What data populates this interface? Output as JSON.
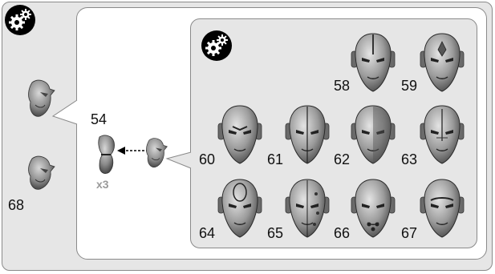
{
  "assembly": {
    "step_number": "54",
    "quantity": "x3",
    "alternate_part": "68"
  },
  "head_options": [
    {
      "id": "58",
      "style": "crested"
    },
    {
      "id": "59",
      "style": "gem"
    },
    {
      "id": "60",
      "style": "headphones-frown"
    },
    {
      "id": "61",
      "style": "split"
    },
    {
      "id": "62",
      "style": "half-shade"
    },
    {
      "id": "63",
      "style": "marked"
    },
    {
      "id": "64",
      "style": "oval-crest"
    },
    {
      "id": "65",
      "style": "studded"
    },
    {
      "id": "66",
      "style": "skull"
    },
    {
      "id": "67",
      "style": "visor"
    }
  ],
  "icons": {
    "top_left": "gears-icon",
    "inner": "gears-icon"
  },
  "colors": {
    "panel_gray": "#e6e6e6",
    "border": "#8a8a8a",
    "head_shade": "#9a9a9a",
    "qty_gray": "#9a9a9a"
  }
}
